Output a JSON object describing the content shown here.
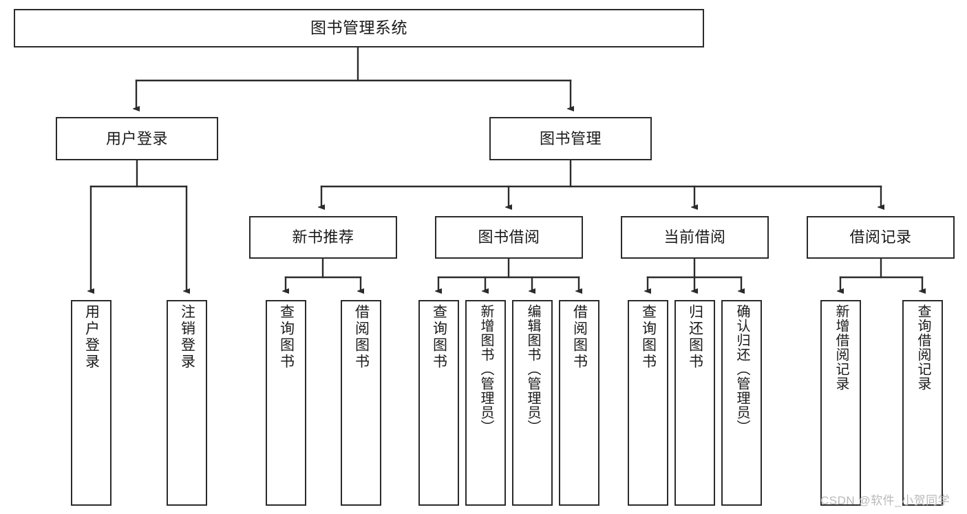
{
  "diagram": {
    "title": "图书管理系统",
    "type": "tree-hierarchy",
    "root": {
      "id": "root",
      "label": "图书管理系统"
    },
    "level2": [
      {
        "id": "user-login",
        "label": "用户登录"
      },
      {
        "id": "book-manage",
        "label": "图书管理"
      }
    ],
    "level3": [
      {
        "id": "new-book-recommend",
        "label": "新书推荐",
        "parent": "book-manage"
      },
      {
        "id": "book-borrow",
        "label": "图书借阅",
        "parent": "book-manage"
      },
      {
        "id": "current-borrow",
        "label": "当前借阅",
        "parent": "book-manage"
      },
      {
        "id": "borrow-record",
        "label": "借阅记录",
        "parent": "book-manage"
      }
    ],
    "leaves": [
      {
        "id": "leaf-user-login",
        "label": "用户登录",
        "parent": "user-login"
      },
      {
        "id": "leaf-logout-login",
        "label": "注销登录",
        "parent": "user-login"
      },
      {
        "id": "leaf-query-book-1",
        "label": "查询图书",
        "parent": "new-book-recommend"
      },
      {
        "id": "leaf-borrow-book-1",
        "label": "借阅图书",
        "parent": "new-book-recommend"
      },
      {
        "id": "leaf-query-book-2",
        "label": "查询图书",
        "parent": "book-borrow"
      },
      {
        "id": "leaf-add-book",
        "label": "新增图书（管理员）",
        "parent": "book-borrow"
      },
      {
        "id": "leaf-edit-book",
        "label": "编辑图书（管理员）",
        "parent": "book-borrow"
      },
      {
        "id": "leaf-borrow-book-2",
        "label": "借阅图书",
        "parent": "book-borrow"
      },
      {
        "id": "leaf-query-book-3",
        "label": "查询图书",
        "parent": "current-borrow"
      },
      {
        "id": "leaf-return-book",
        "label": "归还图书",
        "parent": "current-borrow"
      },
      {
        "id": "leaf-confirm-return",
        "label": "确认归还（管理员）",
        "parent": "current-borrow"
      },
      {
        "id": "leaf-add-record",
        "label": "新增借阅记录",
        "parent": "borrow-record"
      },
      {
        "id": "leaf-query-record",
        "label": "查询借阅记录",
        "parent": "borrow-record"
      }
    ],
    "colors": {
      "box_border": "#2b2b2b",
      "box_fill": "#ffffff",
      "connector": "#2b2b2b",
      "text": "#1a1a1a",
      "watermark": "#b9b9b9"
    }
  },
  "watermark": {
    "text": "CSDN @软件_小贺同学"
  }
}
